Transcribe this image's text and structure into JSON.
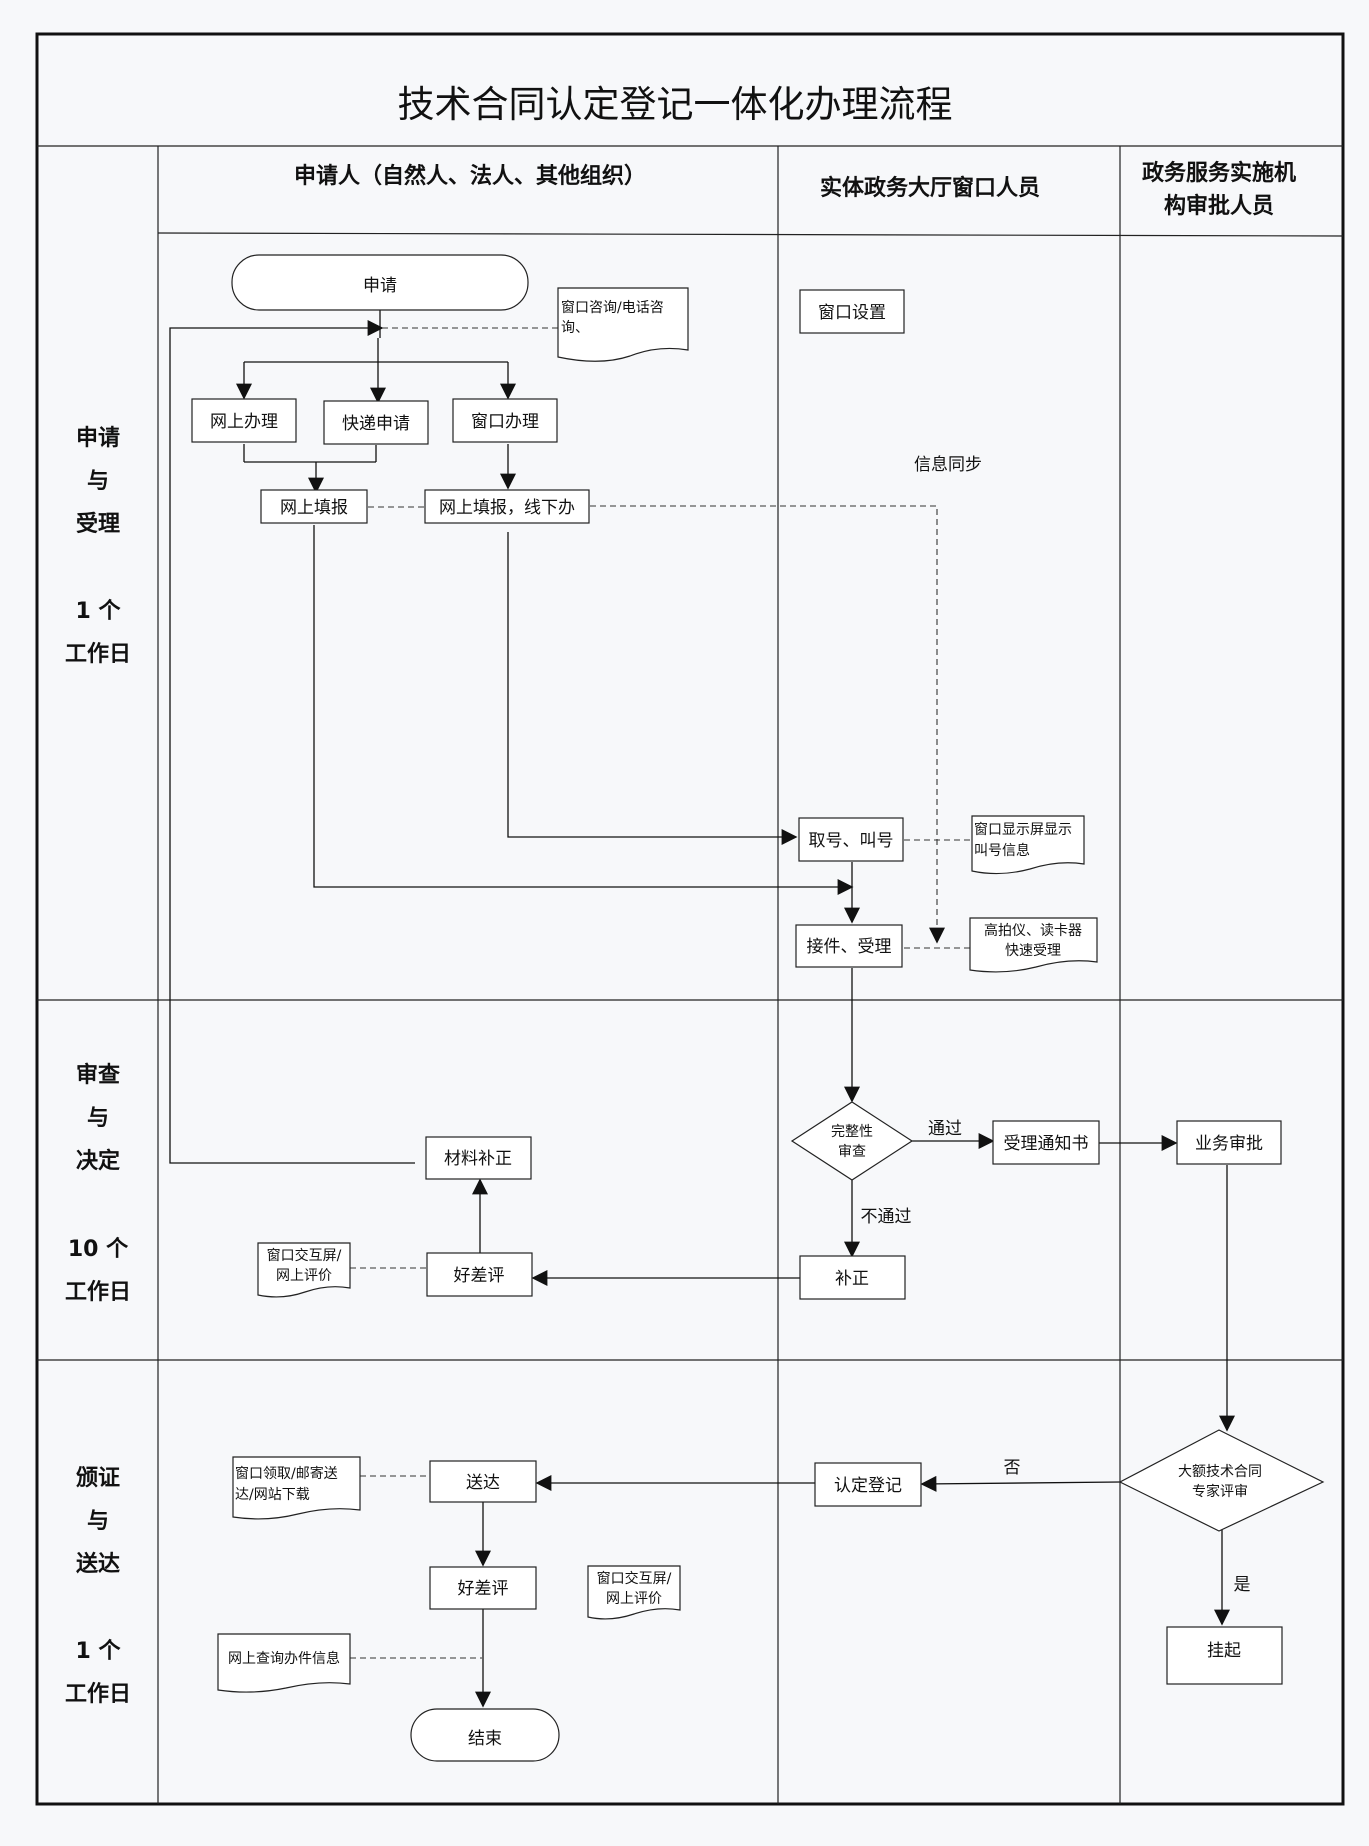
{
  "title": "技术合同认定登记一体化办理流程",
  "lanes": {
    "applicant": "申请人（自然人、法人、其他组织）",
    "window": "实体政务大厅窗口人员",
    "approver_line1": "政务服务实施机",
    "approver_line2": "构审批人员"
  },
  "phases": {
    "p1": {
      "l1": "申请",
      "l2": "与",
      "l3": "受理",
      "days": "1 个",
      "unit": "工作日"
    },
    "p2": {
      "l1": "审查",
      "l2": "与",
      "l3": "决定",
      "days": "10 个",
      "unit": "工作日"
    },
    "p3": {
      "l1": "颁证",
      "l2": "与",
      "l3": "送达",
      "days": "1 个",
      "unit": "工作日"
    }
  },
  "nodes": {
    "apply": "申请",
    "consult_1": "窗口咨询/电话咨",
    "consult_2": "询、",
    "window_setup": "窗口设置",
    "online": "网上办理",
    "express": "快递申请",
    "window_proc": "窗口办理",
    "info_sync": "信息同步",
    "fill_online": "网上填报",
    "fill_offline": "网上填报，线下办",
    "take_number": "取号、叫号",
    "display_1": "窗口显示屏显示",
    "display_2": "叫号信息",
    "receive": "接件、受理",
    "scanner_1": "高拍仪、读卡器",
    "scanner_2": "快速受理",
    "check_1": "完整性",
    "check_2": "审查",
    "pass": "通过",
    "notice": "受理通知书",
    "biz_approve": "业务审批",
    "fail": "不通过",
    "supplement": "补正",
    "material_fix": "材料补正",
    "rating1": "好差评",
    "eval1_1": "窗口交互屏/",
    "eval1_2": "网上评价",
    "expert_1": "大额技术合同",
    "expert_2": "专家评审",
    "no": "否",
    "yes": "是",
    "register": "认定登记",
    "deliver": "送达",
    "pickup_1": "窗口领取/邮寄送",
    "pickup_2": "达/网站下载",
    "rating2": "好差评",
    "eval2_1": "窗口交互屏/",
    "eval2_2": "网上评价",
    "query": "网上查询办件信息",
    "suspend": "挂起",
    "end": "结束"
  }
}
